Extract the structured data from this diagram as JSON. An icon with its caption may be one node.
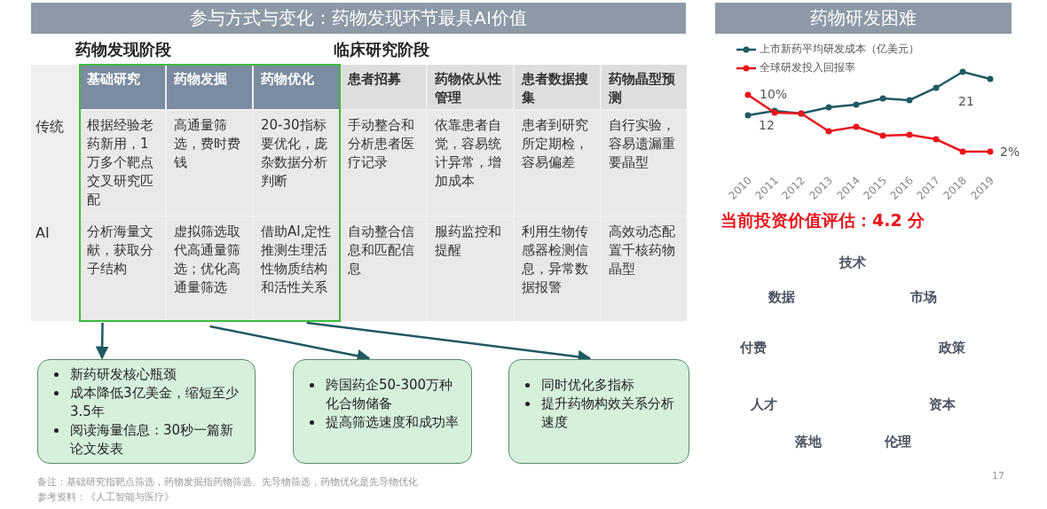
{
  "diagram": {
    "title": "参与方式与变化：药物发现环节最具AI价值",
    "nodes": [
      {
        "text": [],
        "shape": "box"
      },
      {
        "text": [
          "新药研发核心瓶颈",
          "成本降低3亿美金，缩短至少3.5年",
          "阅读海量信息：30秒一篇新论文发表"
        ]
      },
      {
        "text": [
          "跨国药企50-300万种化合物储备",
          "提高筛选速度和成功率"
        ]
      },
      {
        "text": [
          "同时优化多指标",
          "提升药物构效关系分析速度"
        ]
      }
    ],
    "edges": [
      {
        "from": 0,
        "to": 1,
        "arrow": "to"
      },
      {
        "from": 0,
        "to": 2,
        "arrow": "to"
      },
      {
        "from": 0,
        "to": 3,
        "arrow": "to"
      }
    ],
    "labels": [
      "药物研发困难",
      "药物发现阶段",
      "临床研究阶段",
      "基础研究",
      "药物发掘",
      "药物优化",
      "患者招募",
      "药物依从性管理",
      "患者数据搜集",
      "药物晶型预测",
      "传统",
      "根据经验老药新用，1万多个靶点交叉研究匹配",
      "高通量筛选，费时费钱",
      "20-30指标要优化，庞杂数据分析判断",
      "手动整合和分析患者医疗记录",
      "依靠患者自觉，容易统计异常，增加成本",
      "患者到研究所定期检，容易偏差",
      "自行实验，容易遗漏重要晶型",
      "AI",
      "分析海量文献，获取分子结构",
      "虚拟筛选取代高通量筛选；优化高通量筛选",
      "借助AI,定性推测生理活性物质结构和活性关系",
      "自动整合信息和匹配信息",
      "服药监控和提醒",
      "利用生物传感器检测信息，异常数据报警",
      "高效动态配置千核药物晶型",
      "10%",
      "12",
      "21",
      "2%",
      "2010",
      "2011",
      "2012",
      "2013",
      "2014",
      "2015",
      "2016",
      "2017",
      "2018",
      "2019",
      "当前投资价值评估：4.2 分",
      "技术",
      "数据",
      "市场",
      "付费",
      "政策",
      "人才",
      "资本",
      "落地",
      "伦理",
      "备注：基础研究指靶点筛选，药物发掘指药物筛选、先导物筛选，药物优化是先导物优化",
      "参考资料：《人工智能与医疗》",
      "17"
    ],
    "legend": [
      {
        "text": "上市新药平均研发成本（亿美元）"
      },
      {
        "text": "全球研发投入回报率"
      }
    ]
  }
}
